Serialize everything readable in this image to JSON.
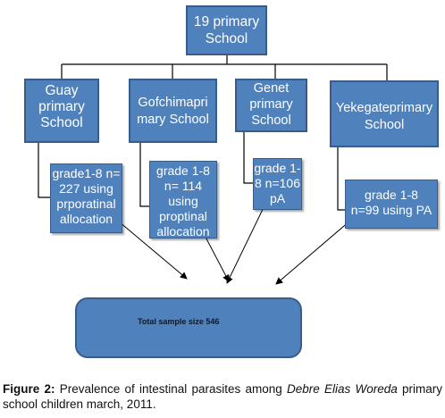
{
  "diagram": {
    "root": {
      "label": "19 primary\nSchool"
    },
    "schools": [
      {
        "label": "Guay\nprimary\nSchool",
        "grade": "grade1-8  n=\n227 using\nprporatinal\nallocation"
      },
      {
        "label": "Gofchimapri\nmary School",
        "grade": "grade 1-8\nn= 114\nusing\nproptinal\nallocation"
      },
      {
        "label": "Genet\nprimary\nSchool",
        "grade": "grade 1-\n8 n=106\npA"
      },
      {
        "label": "Yekegateprimary\nSchool",
        "grade": "grade 1-8\nn=99 using PA"
      }
    ],
    "total": {
      "label": "Total sample size 546"
    }
  },
  "caption": {
    "prefix": "Figure 2:",
    "text_before": " Prevalence of intestinal parasites among ",
    "italic": "Debre Elias Woreda",
    "text_after": " primary school children march, 2011."
  },
  "colors": {
    "box_fill": "#4f81bd",
    "box_border": "#385d8a",
    "box_text": "#ffffff",
    "line": "#000000"
  }
}
